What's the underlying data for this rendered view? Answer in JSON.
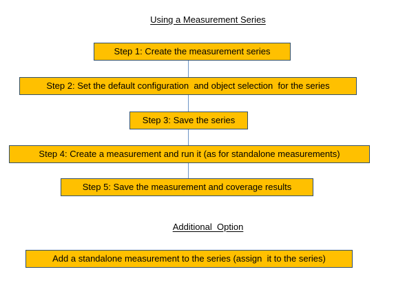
{
  "diagram": {
    "title_main": "Using a Measurement Series",
    "title_additional": "Additional  Option",
    "colors": {
      "node_fill": "#FFC000",
      "node_border": "#31506E",
      "connector": "#6C93C6",
      "text": "#000000",
      "background": "#FFFFFF"
    },
    "steps": [
      {
        "id": "step-1",
        "label": "Step 1: Create the measurement series"
      },
      {
        "id": "step-2",
        "label": "Step 2: Set the default configuration  and object selection  for the series"
      },
      {
        "id": "step-3",
        "label": "Step 3: Save the series"
      },
      {
        "id": "step-4",
        "label": "Step 4: Create a measurement and run it (as for standalone measurements)"
      },
      {
        "id": "step-5",
        "label": "Step 5: Save the measurement and coverage results"
      }
    ],
    "additional": [
      {
        "id": "additional-1",
        "label": "Add a standalone measurement to the series (assign  it to the series)"
      }
    ]
  }
}
